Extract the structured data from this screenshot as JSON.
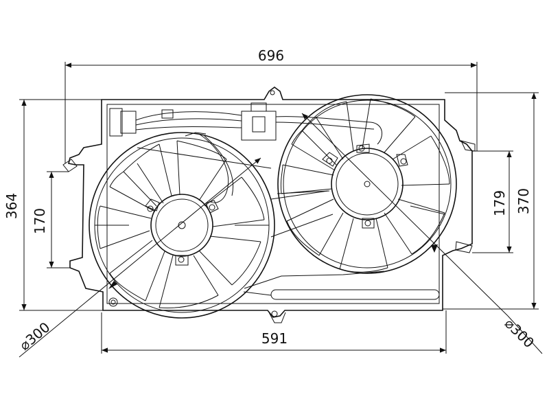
{
  "dimensions": {
    "top_width": "696",
    "bottom_width": "591",
    "left_height": "364",
    "left_inner_height": "170",
    "right_inner_height": "179",
    "right_height": "370",
    "left_fan_diameter": "⌀300",
    "right_fan_diameter": "⌀300"
  },
  "colors": {
    "line": "#111111",
    "background": "#ffffff"
  }
}
